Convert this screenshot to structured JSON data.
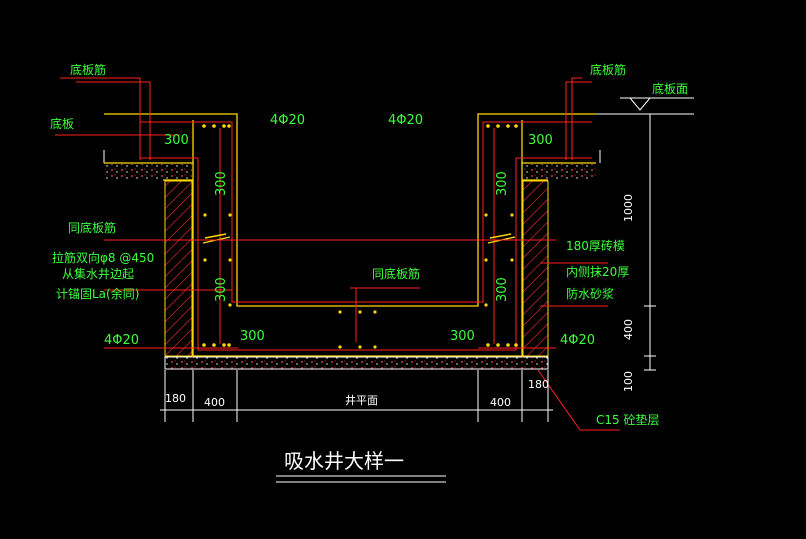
{
  "drawing": {
    "title": "吸水井大样一",
    "labels": {
      "rebar_left_top": "底板筋",
      "rebar_right_top": "底板筋",
      "slab_left": "底板",
      "slab_face": "底板面",
      "same_rebar_left": "同底板筋",
      "same_rebar_center": "同底板筋",
      "tie_bar_1": "拉筋双向φ8 @450",
      "tie_bar_2": "从集水井边起",
      "tie_bar_3": "计锚固La(余同)",
      "brick_1": "180厚砖模",
      "brick_2": "内侧抹20厚",
      "brick_3": "防水砂浆",
      "cushion": "C15 砼垫层",
      "well_bottom": "井平面",
      "bars_top_left": "4Φ20",
      "bars_top_right": "4Φ20",
      "bars_bottom_left": "4Φ20",
      "bars_bottom_right": "4Φ20"
    },
    "dims": {
      "d300_top_left": "300",
      "d300_top_right": "300",
      "d300_wall_left_upper": "300",
      "d300_wall_right_upper": "300",
      "d300_wall_left_lower": "300",
      "d300_wall_right_lower": "300",
      "d300_bottom_left": "300",
      "d300_bottom_right": "300",
      "d1000": "1000",
      "d400_right": "400",
      "d100": "100",
      "d180_left": "180",
      "d400_left": "400",
      "d400_bottom_right": "400",
      "d180_right": "180"
    },
    "colors": {
      "background": "#000000",
      "concrete_outline": "#ffd800",
      "rebar": "#ff2020",
      "text": "#3cff3c",
      "dimension": "#ffffff",
      "leader": "#ff2020",
      "hatch": "#ff3030"
    }
  }
}
